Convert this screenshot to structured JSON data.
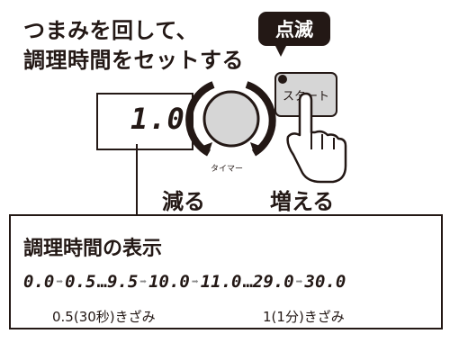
{
  "instruction": {
    "line1": "つまみを回して、",
    "line2": "調理時間をセットする"
  },
  "blink_badge": "点滅",
  "start_button": "スタート",
  "display_value": "1.0",
  "timer_label": "タイマー",
  "decrease_label": "減る",
  "increase_label": "増える",
  "panel": {
    "title": "調理時間の表示",
    "sequence": [
      "0.0",
      "0.5",
      "9.5",
      "10.0",
      "11.0",
      "29.0",
      "30.0"
    ],
    "separators": [
      "arrow",
      "dots",
      "arrow",
      "arrow",
      "dots",
      "arrow"
    ],
    "arrow_glyph": "➡",
    "dots_glyph": "…",
    "range1_label": "0.5(30秒)きざみ",
    "range2_label": "1(1分)きざみ"
  }
}
